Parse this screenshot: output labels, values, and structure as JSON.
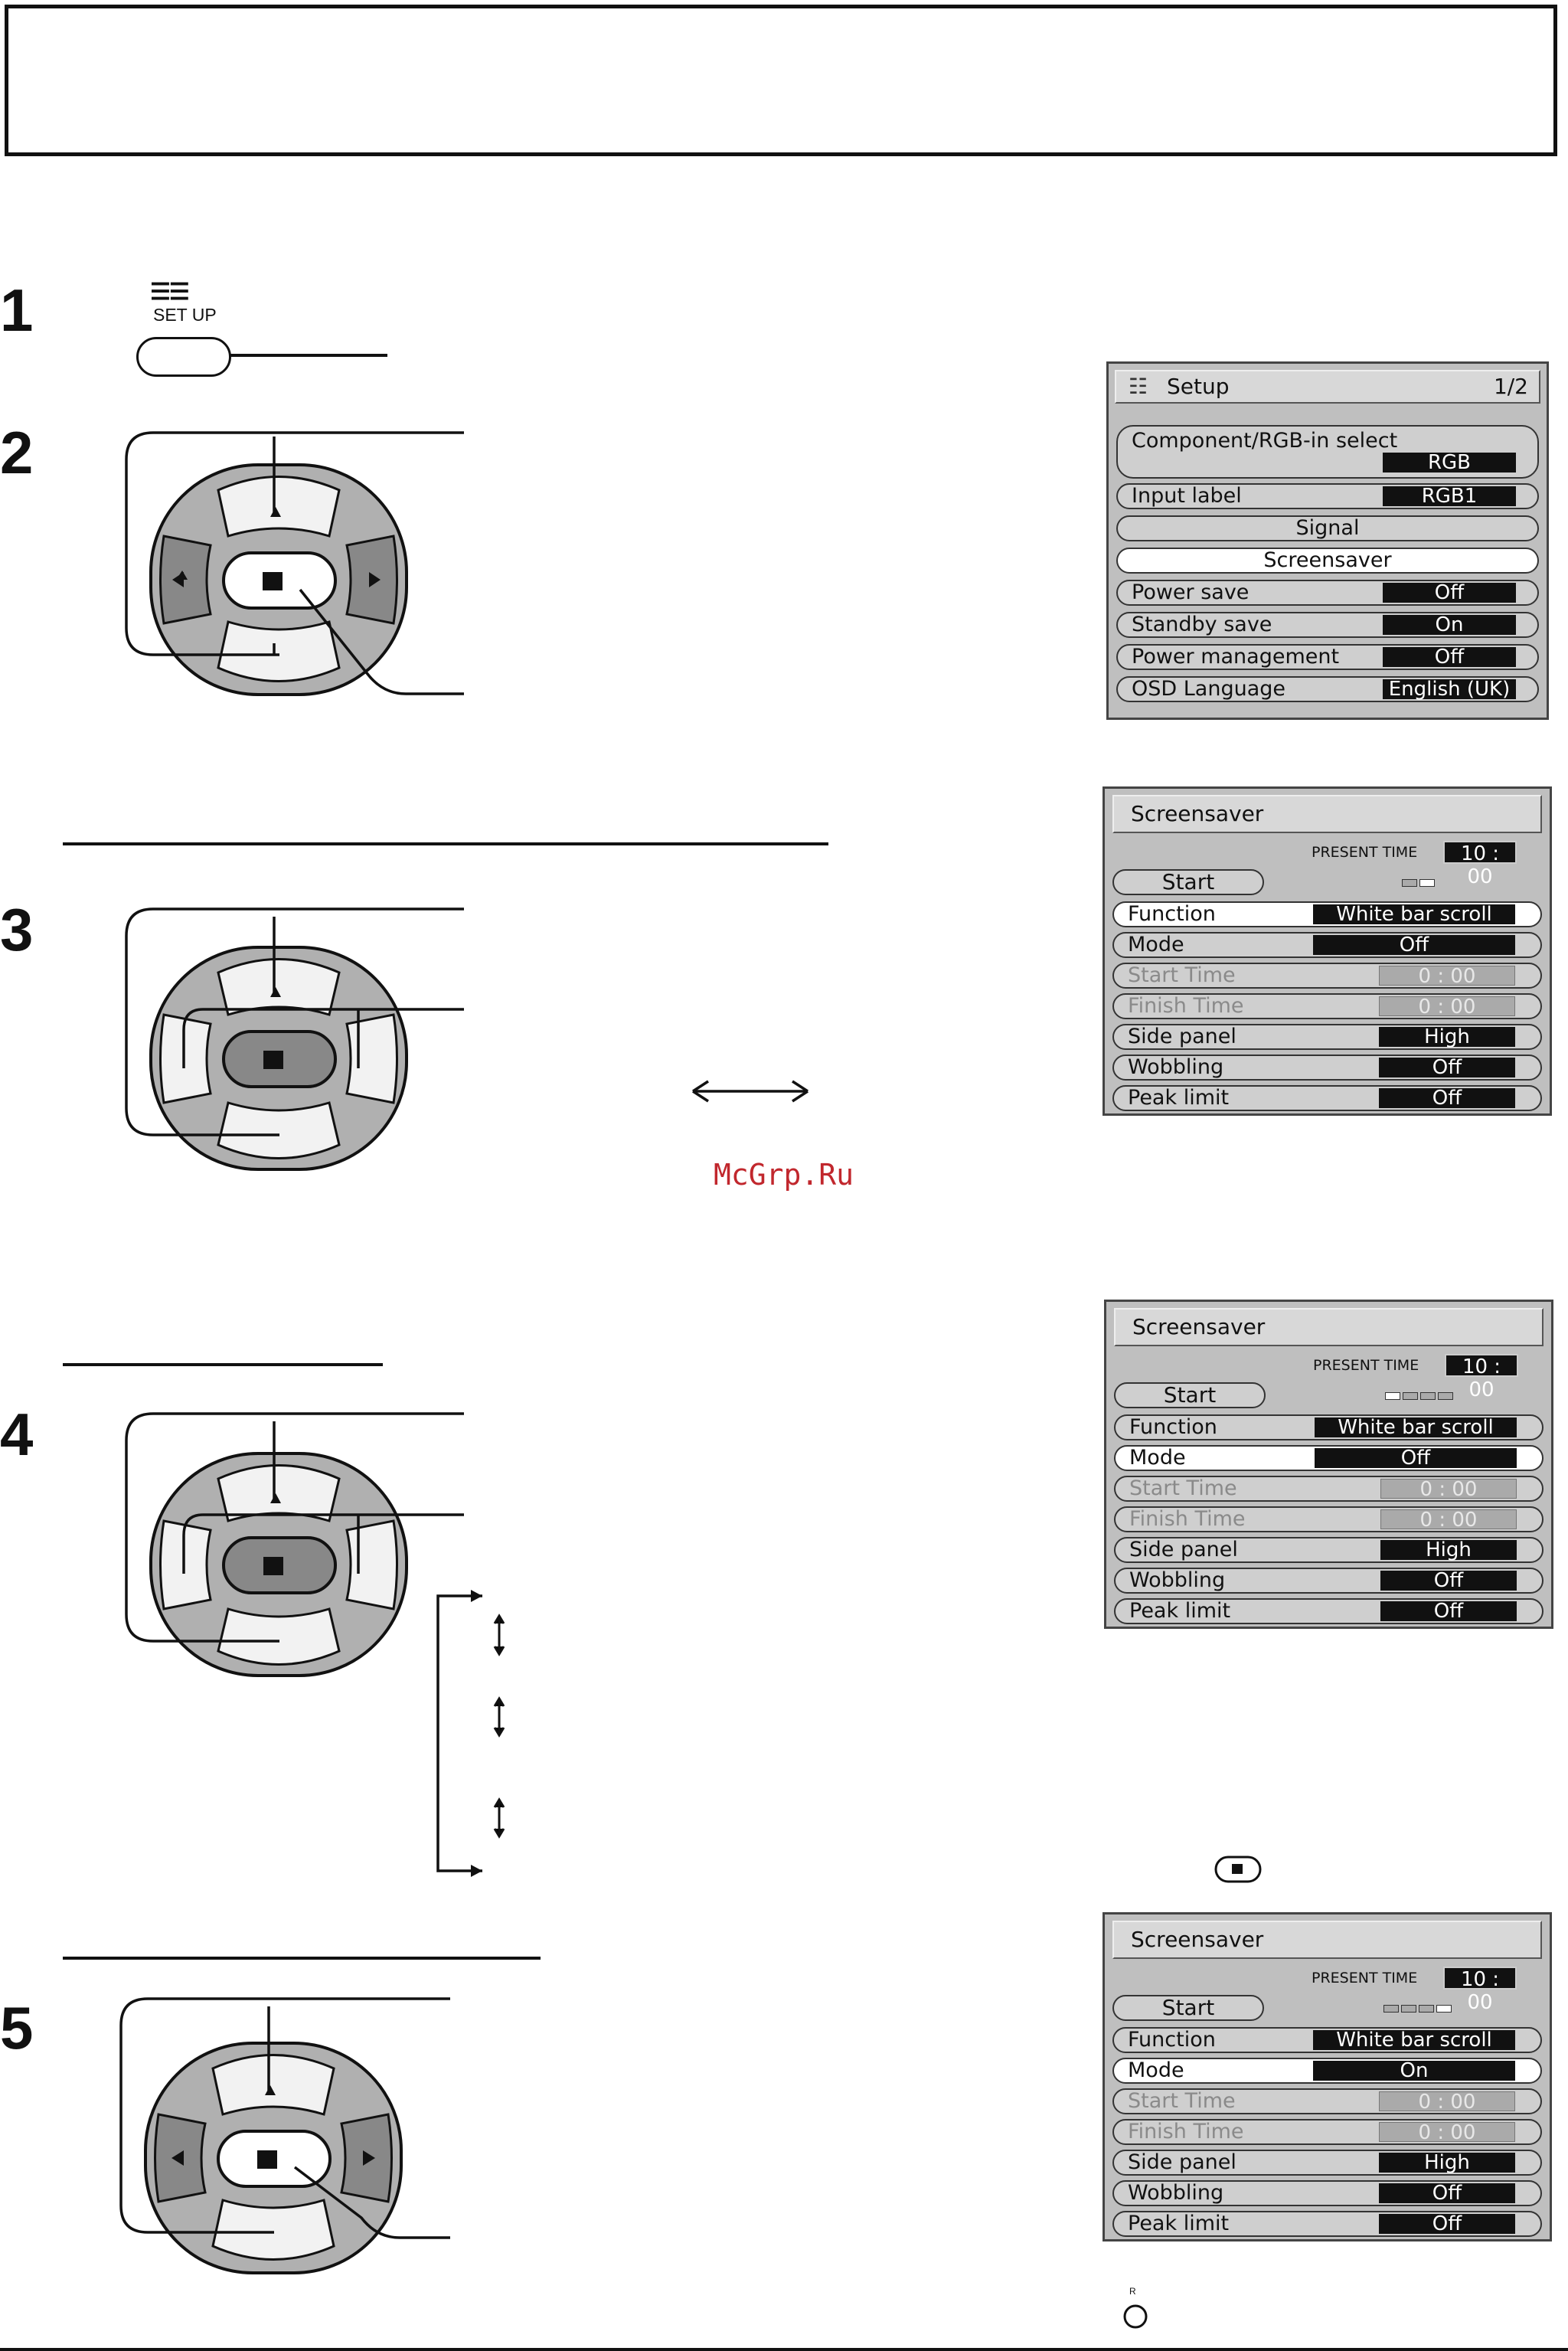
{
  "steps": [
    "1",
    "2",
    "3",
    "4",
    "5"
  ],
  "setup_button": {
    "label": "SET UP"
  },
  "watermark": "McGrp.Ru",
  "setup_menu": {
    "title": "Setup",
    "page": "1/2",
    "rows": [
      {
        "label": "Component/RGB-in  select",
        "value": "RGB"
      },
      {
        "label": "Input label",
        "value": "RGB1"
      },
      {
        "label": "Signal"
      },
      {
        "label": "Screensaver"
      },
      {
        "label": "Power save",
        "value": "Off"
      },
      {
        "label": "Standby save",
        "value": "On"
      },
      {
        "label": "Power management",
        "value": "Off"
      },
      {
        "label": "OSD  Language",
        "value": "English (UK)"
      }
    ]
  },
  "screensaver_menus": [
    {
      "title": "Screensaver",
      "present_time_label": "PRESENT TIME",
      "present_time": "10 : 00",
      "start_label": "Start",
      "rows": [
        {
          "label": "Function",
          "value": "White bar scroll"
        },
        {
          "label": "Mode",
          "value": "Off"
        },
        {
          "label": "Start Time",
          "value": "0 : 00"
        },
        {
          "label": "Finish Time",
          "value": "0 : 00"
        },
        {
          "label": "Side  panel",
          "value": "High"
        },
        {
          "label": "Wobbling",
          "value": "Off"
        },
        {
          "label": "Peak limit",
          "value": "Off"
        }
      ]
    },
    {
      "title": "Screensaver",
      "present_time_label": "PRESENT TIME",
      "present_time": "10 : 00",
      "start_label": "Start",
      "rows": [
        {
          "label": "Function",
          "value": "White bar scroll"
        },
        {
          "label": "Mode",
          "value": "Off"
        },
        {
          "label": "Start Time",
          "value": "0 : 00"
        },
        {
          "label": "Finish Time",
          "value": "0 : 00"
        },
        {
          "label": "Side  panel",
          "value": "High"
        },
        {
          "label": "Wobbling",
          "value": "Off"
        },
        {
          "label": "Peak limit",
          "value": "Off"
        }
      ]
    },
    {
      "title": "Screensaver",
      "present_time_label": "PRESENT TIME",
      "present_time": "10 : 00",
      "start_label": "Start",
      "rows": [
        {
          "label": "Function",
          "value": "White bar scroll"
        },
        {
          "label": "Mode",
          "value": "On"
        },
        {
          "label": "Start Time",
          "value": "0 : 00"
        },
        {
          "label": "Finish Time",
          "value": "0 : 00"
        },
        {
          "label": "Side  panel",
          "value": "High"
        },
        {
          "label": "Wobbling",
          "value": "Off"
        },
        {
          "label": "Peak limit",
          "value": "Off"
        }
      ]
    }
  ],
  "return_button_label": "R"
}
